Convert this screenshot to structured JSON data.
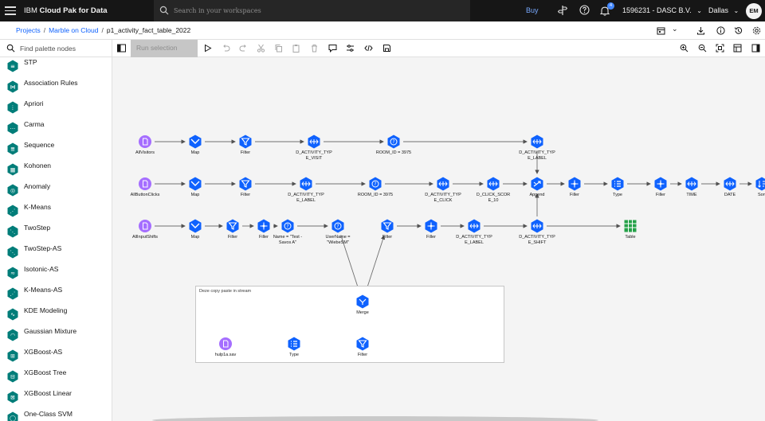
{
  "app": {
    "brand_prefix": "IBM ",
    "brand_name": "Cloud Pak for Data",
    "search_placeholder": "Search in your workspaces",
    "buy_label": "Buy",
    "notification_count": "4",
    "account_label": "1596231 - DASC B.V.",
    "region_label": "Dallas",
    "avatar_initials": "EM"
  },
  "breadcrumb": {
    "items": [
      "Projects",
      "Marble on Cloud",
      "p1_activity_fact_table_2022"
    ],
    "separator": "/"
  },
  "toolbar": {
    "palette_search_placeholder": "Find palette nodes",
    "run_selection_label": "Run selection"
  },
  "palette": {
    "items": [
      {
        "label": "STP"
      },
      {
        "label": "Association Rules"
      },
      {
        "label": "Apriori"
      },
      {
        "label": "Carma"
      },
      {
        "label": "Sequence"
      },
      {
        "label": "Kohonen"
      },
      {
        "label": "Anomaly"
      },
      {
        "label": "K-Means"
      },
      {
        "label": "TwoStep"
      },
      {
        "label": "TwoStep-AS"
      },
      {
        "label": "Isotonic-AS"
      },
      {
        "label": "K-Means-AS"
      },
      {
        "label": "KDE Modeling"
      },
      {
        "label": "Gaussian Mixture"
      },
      {
        "label": "XGBoost-AS"
      },
      {
        "label": "XGBoost Tree"
      },
      {
        "label": "XGBoost Linear"
      },
      {
        "label": "One-Class SVM"
      }
    ]
  },
  "flow": {
    "supernode_title": "Deze copy paste in stream",
    "nodes": [
      {
        "id": "n1",
        "label": "AllVisitors",
        "kind": "source"
      },
      {
        "id": "n2",
        "label": "Map",
        "kind": "map"
      },
      {
        "id": "n3",
        "label": "Filter",
        "kind": "filter"
      },
      {
        "id": "n4",
        "label": "D_ACTIVITY_TYP\nE_VISIT",
        "kind": "merge"
      },
      {
        "id": "n5",
        "label": "ROOM_ID = 3975",
        "kind": "query"
      },
      {
        "id": "n6",
        "label": "D_ACTIVITY_TYP\nE_LABEL",
        "kind": "merge"
      },
      {
        "id": "n7",
        "label": "AllButtonClicks",
        "kind": "source"
      },
      {
        "id": "n8",
        "label": "Map",
        "kind": "map"
      },
      {
        "id": "n9",
        "label": "Filter",
        "kind": "filter"
      },
      {
        "id": "n10",
        "label": "D_ACTIVITY_TYP\nE_LABEL",
        "kind": "merge"
      },
      {
        "id": "n11",
        "label": "ROOM_ID = 3975",
        "kind": "query"
      },
      {
        "id": "n12",
        "label": "D_ACTIVITY_TYP\nE_CLICK",
        "kind": "merge"
      },
      {
        "id": "n13",
        "label": "D_CLICK_SCOR\nE_10",
        "kind": "merge"
      },
      {
        "id": "n14",
        "label": "Append",
        "kind": "append"
      },
      {
        "id": "n15",
        "label": "Filler",
        "kind": "derive"
      },
      {
        "id": "n16",
        "label": "Type",
        "kind": "type"
      },
      {
        "id": "n17",
        "label": "Filler",
        "kind": "derive"
      },
      {
        "id": "n18",
        "label": "TIME",
        "kind": "merge"
      },
      {
        "id": "n19",
        "label": "DATE",
        "kind": "merge"
      },
      {
        "id": "n20",
        "label": "Sort",
        "kind": "sort"
      },
      {
        "id": "n21",
        "label": "AllInputShifts",
        "kind": "source"
      },
      {
        "id": "n22",
        "label": "Map",
        "kind": "map"
      },
      {
        "id": "n23",
        "label": "Filter",
        "kind": "filter"
      },
      {
        "id": "n24",
        "label": "Filler",
        "kind": "derive"
      },
      {
        "id": "n25",
        "label": "Name = \"Test -\nSavos A\"",
        "kind": "query"
      },
      {
        "id": "n26",
        "label": "UserName =\n\"WiebeSM\"",
        "kind": "query"
      },
      {
        "id": "n27",
        "label": "Filter",
        "kind": "filter"
      },
      {
        "id": "n28",
        "label": "Filler",
        "kind": "derive"
      },
      {
        "id": "n29",
        "label": "D_ACTIVITY_TYP\nE_LABEL",
        "kind": "merge"
      },
      {
        "id": "n30",
        "label": "D_ACTIVITY_TYP\nE_SHIFT",
        "kind": "merge"
      },
      {
        "id": "n31",
        "label": "Table",
        "kind": "table"
      },
      {
        "id": "n32",
        "label": "Merge",
        "kind": "mergeflow"
      },
      {
        "id": "n33",
        "label": "hulp1a.sav",
        "kind": "source"
      },
      {
        "id": "n34",
        "label": "Type",
        "kind": "type"
      },
      {
        "id": "n35",
        "label": "Filter",
        "kind": "filter"
      }
    ],
    "edges": [
      [
        "n1",
        "n2"
      ],
      [
        "n2",
        "n3"
      ],
      [
        "n3",
        "n4"
      ],
      [
        "n4",
        "n5"
      ],
      [
        "n5",
        "n6"
      ],
      [
        "n6",
        "n14"
      ],
      [
        "n7",
        "n8"
      ],
      [
        "n8",
        "n9"
      ],
      [
        "n9",
        "n10"
      ],
      [
        "n10",
        "n11"
      ],
      [
        "n11",
        "n12"
      ],
      [
        "n12",
        "n13"
      ],
      [
        "n13",
        "n14"
      ],
      [
        "n14",
        "n15"
      ],
      [
        "n15",
        "n16"
      ],
      [
        "n16",
        "n17"
      ],
      [
        "n17",
        "n18"
      ],
      [
        "n18",
        "n19"
      ],
      [
        "n19",
        "n20"
      ],
      [
        "n21",
        "n22"
      ],
      [
        "n22",
        "n23"
      ],
      [
        "n23",
        "n24"
      ],
      [
        "n24",
        "n25"
      ],
      [
        "n25",
        "n26"
      ],
      [
        "n26",
        "n32"
      ],
      [
        "n32",
        "n27"
      ],
      [
        "n27",
        "n28"
      ],
      [
        "n28",
        "n29"
      ],
      [
        "n29",
        "n30"
      ],
      [
        "n30",
        "n14"
      ],
      [
        "n30",
        "n31"
      ],
      [
        "n33",
        "n34"
      ],
      [
        "n34",
        "n35"
      ],
      [
        "n35",
        "n32"
      ]
    ]
  },
  "colors": {
    "node_blue": "#0f62fe",
    "node_dark": "#0043ce",
    "source_purple": "#a56eff",
    "table_green": "#24a148",
    "palette_teal": "#007d79",
    "link_blue": "#0f62fe"
  }
}
